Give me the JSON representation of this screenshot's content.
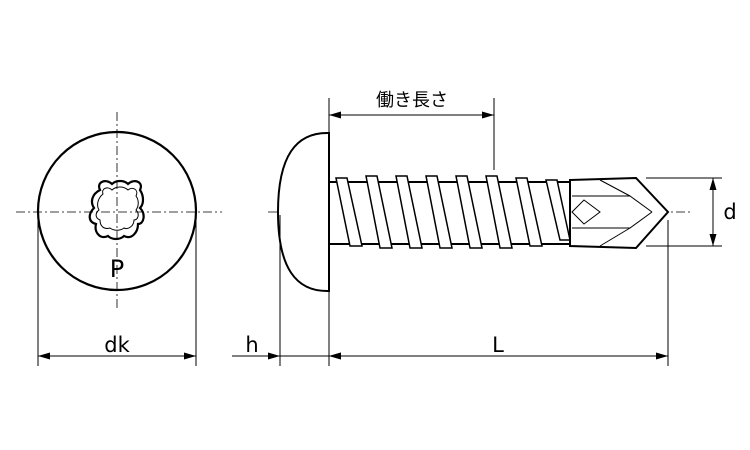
{
  "labels": {
    "dk": "dk",
    "h": "h",
    "L": "L",
    "d": "d",
    "thread_length": "働き長さ",
    "head_mark": "P"
  }
}
